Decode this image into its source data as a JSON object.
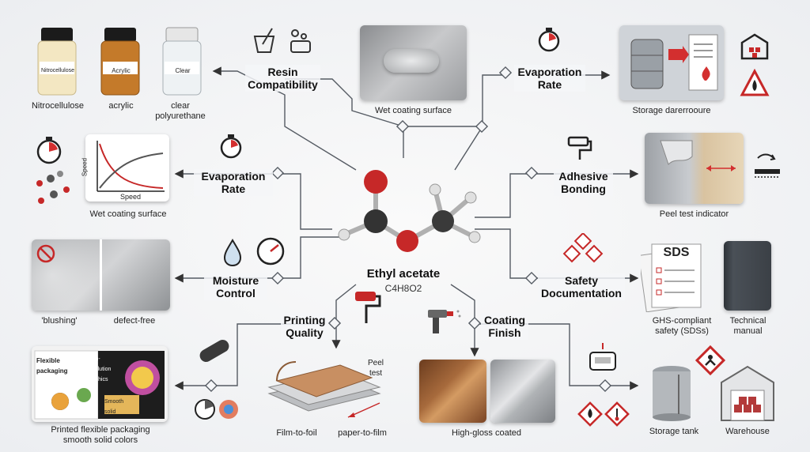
{
  "center": {
    "name": "Ethyl acetate",
    "formula": "C4H8O2"
  },
  "nodes": {
    "resin": "Resin\nCompatibility",
    "evap_top": "Evaporation\nRate",
    "evap_left": "Evaporation\nRate",
    "adhesive": "Adhesive\nBonding",
    "moisture": "Moisture\nControl",
    "safety": "Safety\nDocumentation",
    "printing": "Printing\nQuality",
    "coating": "Coating\nFinish"
  },
  "captions": {
    "jar1_label": "Nitrocellulose",
    "jar2_label": "Acrylic",
    "jar3_label": "Clear",
    "nitro": "Nitrocellulose",
    "acrylic": "acrylic",
    "clear_pu": "clear\npolyurethane",
    "wet_top": "Wet coating surface",
    "storage_top": "Storage darerrooure",
    "graph_y": "Speed",
    "graph_x": "Speed",
    "wet_left": "Wet coating surface",
    "peel": "Peel test indicator",
    "blushing": "'blushing'",
    "defect_free": "defect-free",
    "sds_doc": "SDS",
    "ghs": "GHS-compliant\nsafety (SDSs)",
    "tech_manual": "Technical\nmanual",
    "brochure_a": "Flexible\npackaging",
    "brochure_b": "High-\nresolution\ngraphics",
    "brochure_c": "Smooth\nsolid",
    "printed": "Printed flexible packaging\nsmooth solid colors",
    "peel_test": "Peel\ntest",
    "film_foil": "Film-to-foil",
    "paper_film": "paper-to-film",
    "high_gloss": "High-gloss coated",
    "storage_tank": "Storage tank",
    "warehouse": "Warehouse"
  },
  "colors": {
    "line": "#555b63",
    "arrow": "#333",
    "red": "#c62828",
    "accent": "#d32f2f"
  }
}
